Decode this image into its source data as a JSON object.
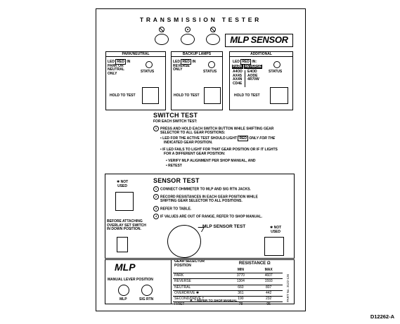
{
  "header": {
    "title": "TRANSMISSION TESTER",
    "logo": "MLP SENSOR"
  },
  "panels": {
    "park_neutral": {
      "header": "PARK/NEUTRAL",
      "led_text": [
        "LED",
        "RED",
        "IN",
        "PARK OR",
        "NEUTRAL",
        "ONLY"
      ],
      "status": "STATUS",
      "hold": "HOLD TO TEST"
    },
    "backup_lamps": {
      "header": "BACKUP LAMPS",
      "led_text": [
        "LED",
        "RED",
        "IN",
        "REVERSE",
        "ONLY"
      ],
      "status": "STATUS",
      "hold": "HOLD TO TEST"
    },
    "additional": {
      "header": "ADDITIONAL",
      "led_text": [
        "LED",
        "RED",
        "IN:"
      ],
      "park_label": "PARK",
      "reverse_label": "REVERSE",
      "col1": [
        "A4OD",
        "AX4S",
        "AX4N",
        "CD4E"
      ],
      "col2": [
        "E4OD",
        "AODE",
        "4R70W"
      ],
      "status": "STATUS",
      "hold": "HOLD TO TEST"
    }
  },
  "switch_test": {
    "title": "SWITCH TEST",
    "intro": "FOR EACH SWITCH TEST:",
    "step1_num": "1",
    "step1": [
      "PRESS AND HOLD EACH SWITCH BUTTON WHILE SHIFTING GEAR",
      "SELECTOR TO ALL GEAR POSITIONS:"
    ],
    "bullet1_a": "• LED FOR THE ACTIVE TEST SHOULD LIGHT",
    "bullet1_red": "RED",
    "bullet1_b": "ONLY FOR THE",
    "bullet1_c": "INDICATED GEAR POSITION.",
    "bullet2": [
      "• IF LED FAILS TO LIGHT FOR THAT GEAR POSITION OR IF IT LIGHTS",
      "FOR A DIFFERENT GEAR POSITION:"
    ],
    "sub1": "• VERIFY MLP ALIGNMENT PER SHOP MANUAL, AND",
    "sub2": "• RETEST"
  },
  "sensor_test": {
    "title": "SENSOR TEST",
    "steps": [
      {
        "num": "1",
        "lines": [
          "CONNECT OHMMETER TO MLP AND SIG RTN JACKS."
        ]
      },
      {
        "num": "2",
        "lines": [
          "RECORD RESISTANCES IN EACH GEAR POSITION WHILE",
          "SHIFTING GEAR SELECTOR TO ALL POSITIONS."
        ]
      },
      {
        "num": "3",
        "lines": [
          "REFER TO TABLE."
        ]
      },
      {
        "num": "4",
        "lines": [
          "IF VALUES ARE OUT OF RANGE, REFER TO SHOP MANUAL."
        ]
      }
    ],
    "not_used_left": [
      "✱ NOT",
      "USED"
    ],
    "not_used_right": [
      "✱ NOT",
      "USED"
    ],
    "overlay_note": [
      "BEFORE ATTACHING",
      "OVERLAY SET SWITCH",
      "IN DOWN POSITION."
    ],
    "mlp_sensor_test": "MLP SENSOR TEST"
  },
  "bottom": {
    "logo": "MLP",
    "manual_lever": "MANUAL LEVER POSITION",
    "jack_mlp": "MLP",
    "jack_sig": "SIG RTN",
    "footnote": "✱, † REFER TO SHOP MANUAL",
    "part_no": "PART No. 3122-126"
  },
  "table": {
    "head_pos": [
      "GEAR SELECTOR",
      "POSITION"
    ],
    "head_res": "RESISTANCE Ω",
    "head_min": "MIN",
    "head_max": "MAX",
    "rows": [
      {
        "pos": "PARK",
        "min": "3770",
        "max": "4607"
      },
      {
        "pos": "REVERSE",
        "min": "1304",
        "max": "1593"
      },
      {
        "pos": "NEUTRAL",
        "min": "660",
        "max": "807"
      },
      {
        "pos": "OVERDRIVE ✱",
        "min": "361",
        "max": "442"
      },
      {
        "pos": "SECOND/DRIVE †",
        "min": "190",
        "max": "232"
      },
      {
        "pos": "FIRST",
        "min": "78",
        "max": "95"
      }
    ]
  },
  "figure_id": "D12262-A"
}
